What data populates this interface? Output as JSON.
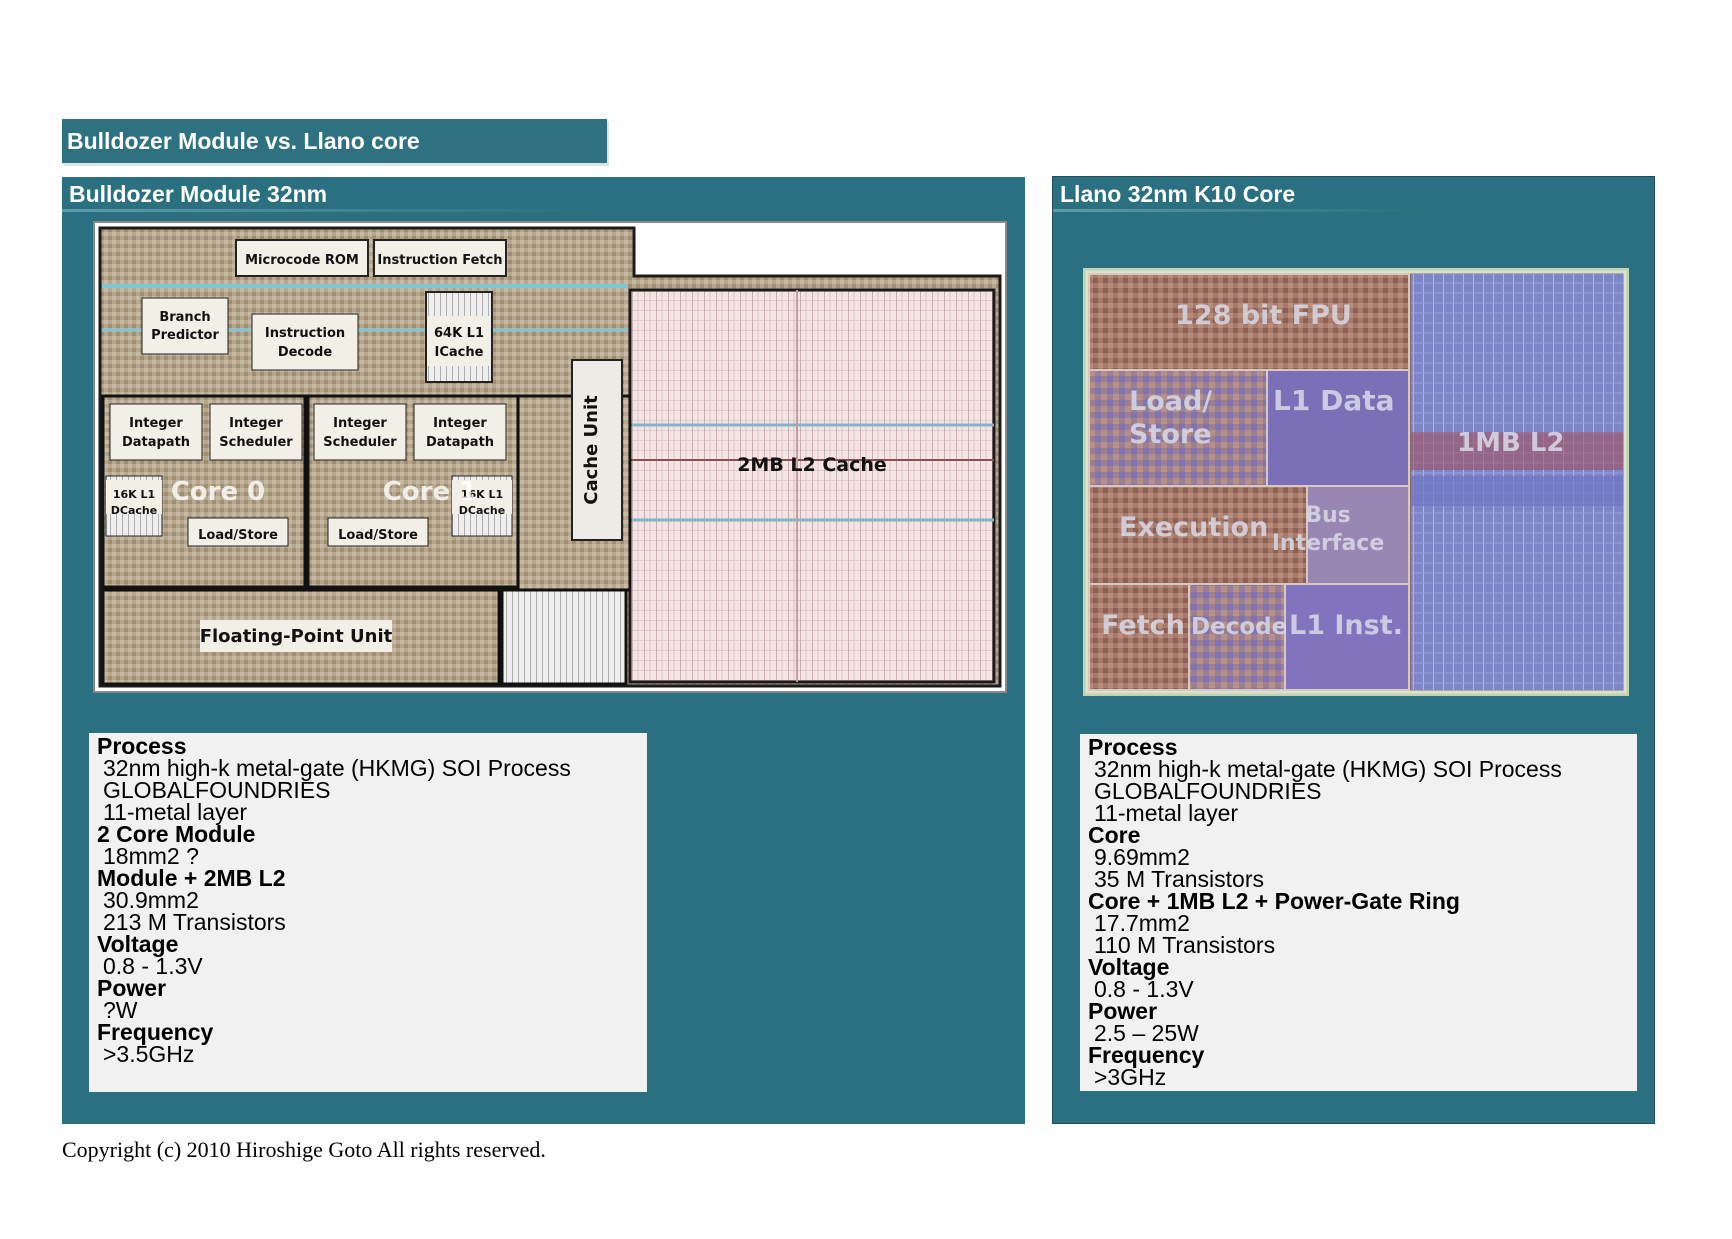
{
  "title": "Bulldozer Module vs. Llano core",
  "left": {
    "title": "Bulldozer Module 32nm",
    "die_labels": {
      "microcode_rom": "Microcode ROM",
      "instruction_fetch": "Instruction Fetch",
      "branch_predictor_1": "Branch",
      "branch_predictor_2": "Predictor",
      "instruction_decode_1": "Instruction",
      "instruction_decode_2": "Decode",
      "icache_1": "64K L1",
      "icache_2": "ICache",
      "int_datapath_a_1": "Integer",
      "int_datapath_a_2": "Datapath",
      "int_sched_a_1": "Integer",
      "int_sched_a_2": "Scheduler",
      "int_sched_b_1": "Integer",
      "int_sched_b_2": "Scheduler",
      "int_datapath_b_1": "Integer",
      "int_datapath_b_2": "Datapath",
      "core0": "Core 0",
      "core1": "Core 1",
      "dcache_a_1": "16K L1",
      "dcache_a_2": "DCache",
      "dcache_b_1": "16K L1",
      "dcache_b_2": "DCache",
      "load_store_a": "Load/Store",
      "load_store_b": "Load/Store",
      "fpu": "Floating-Point Unit",
      "cache_unit": "Cache Unit",
      "l2_cache": "2MB L2 Cache"
    },
    "specs": [
      {
        "heading": "Process",
        "values": [
          "32nm high-k metal-gate (HKMG) SOI Process",
          "GLOBALFOUNDRIES",
          "11-metal layer"
        ]
      },
      {
        "heading": "2 Core Module",
        "values": [
          "18mm2 ?"
        ]
      },
      {
        "heading": "Module + 2MB L2",
        "values": [
          "30.9mm2",
          "213 M Transistors"
        ]
      },
      {
        "heading": "Voltage",
        "values": [
          "0.8 - 1.3V"
        ]
      },
      {
        "heading": "Power",
        "values": [
          "?W"
        ]
      },
      {
        "heading": "Frequency",
        "values": [
          ">3.5GHz"
        ]
      }
    ]
  },
  "right": {
    "title": "Llano 32nm K10 Core",
    "die_labels": {
      "fpu": "128 bit FPU",
      "load_store_1": "Load/",
      "load_store_2": "Store",
      "l1_data": "L1 Data",
      "l2": "1MB L2",
      "execution": "Execution",
      "bus_1": "Bus",
      "bus_2": "Interface",
      "fetch": "Fetch",
      "decode": "Decode",
      "l1_inst": "L1 Inst."
    },
    "specs": [
      {
        "heading": "Process",
        "values": [
          "32nm high-k metal-gate (HKMG) SOI Process",
          "GLOBALFOUNDRIES",
          "11-metal layer"
        ]
      },
      {
        "heading": "Core",
        "values": [
          "9.69mm2",
          "35 M Transistors"
        ]
      },
      {
        "heading": "Core + 1MB L2 + Power-Gate Ring",
        "values": [
          "17.7mm2",
          "110 M Transistors"
        ]
      },
      {
        "heading": "Voltage",
        "values": [
          "0.8 - 1.3V"
        ]
      },
      {
        "heading": "Power",
        "values": [
          "2.5 – 25W"
        ]
      },
      {
        "heading": "Frequency",
        "values": [
          ">3GHz"
        ]
      }
    ]
  },
  "copyright": "Copyright (c) 2010 Hiroshige Goto All rights reserved."
}
